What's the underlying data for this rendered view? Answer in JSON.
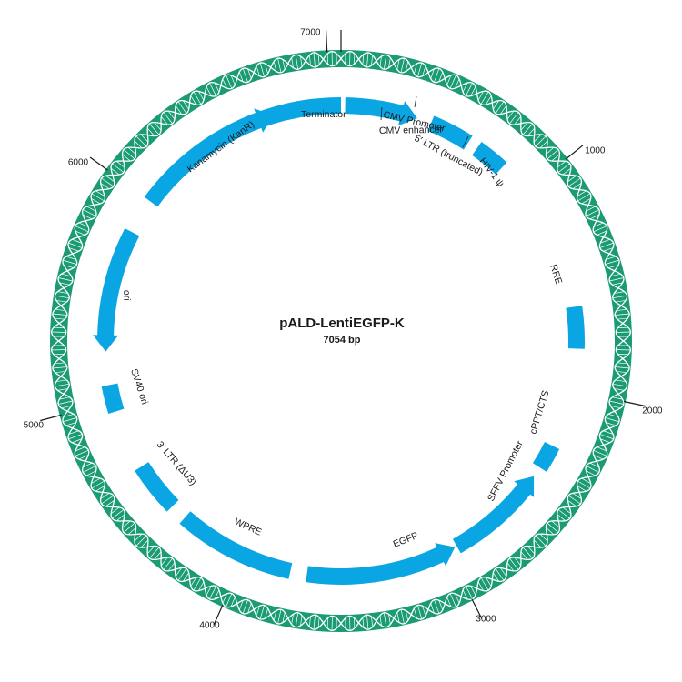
{
  "plasmid": {
    "name": "pALD-LentiEGFP-K",
    "size_label": "7054 bp",
    "length": 7054
  },
  "colors": {
    "backbone": "#1a9b73",
    "dna_lines": "#ffffff",
    "feature": "#0aa6e4",
    "text": "#1a1a1a"
  },
  "ticks": [
    {
      "pos": 0,
      "label": ""
    },
    {
      "pos": 1000,
      "label": "1000"
    },
    {
      "pos": 2000,
      "label": "2000"
    },
    {
      "pos": 3000,
      "label": "3000"
    },
    {
      "pos": 4000,
      "label": "4000"
    },
    {
      "pos": 5000,
      "label": "5000"
    },
    {
      "pos": 6000,
      "label": "6000"
    },
    {
      "pos": 7000,
      "label": "7000"
    }
  ],
  "features": [
    {
      "id": "cmv-enhancer",
      "name": "CMV enhancer",
      "start": 6650,
      "end": 7054,
      "direction": "none",
      "track": 0
    },
    {
      "id": "cmv-promoter",
      "name": "CMV Promoter",
      "start": 20,
      "end": 370,
      "direction": "forward",
      "track": 0
    },
    {
      "id": "ltr5",
      "name": "5′ LTR (truncated)",
      "start": 440,
      "end": 640,
      "direction": "none",
      "track": 0
    },
    {
      "id": "hiv-psi",
      "name": "HIV-1 ψ",
      "start": 690,
      "end": 840,
      "direction": "none",
      "track": 0
    },
    {
      "id": "rre",
      "name": "RRE",
      "start": 1600,
      "end": 1800,
      "direction": "none",
      "track": 0
    },
    {
      "id": "cppt",
      "name": "cPPT/CTS",
      "start": 2280,
      "end": 2400,
      "direction": "none",
      "track": 0
    },
    {
      "id": "sffv",
      "name": "SFFV Promoter",
      "start": 2450,
      "end": 2950,
      "direction": "reverse",
      "track": 0
    },
    {
      "id": "egfp",
      "name": "EGFP",
      "start": 2960,
      "end": 3690,
      "direction": "reverse",
      "track": 0
    },
    {
      "id": "wpre",
      "name": "WPRE",
      "start": 3770,
      "end": 4340,
      "direction": "none",
      "track": 0
    },
    {
      "id": "ltr3",
      "name": "3′ LTR (ΔU3)",
      "start": 4420,
      "end": 4660,
      "direction": "none",
      "track": 0
    },
    {
      "id": "sv40",
      "name": "SV40 ori",
      "start": 4950,
      "end": 5080,
      "direction": "none",
      "track": 0
    },
    {
      "id": "ori",
      "name": "ori",
      "start": 5240,
      "end": 5830,
      "direction": "reverse",
      "track": 0
    },
    {
      "id": "kanr",
      "name": "Kanamycin (KanR)",
      "start": 6000,
      "end": 6730,
      "direction": "forward",
      "track": 0
    },
    {
      "id": "terminator",
      "name": "Terminator",
      "start": 6790,
      "end": 6940,
      "direction": "none",
      "track": 0
    }
  ]
}
